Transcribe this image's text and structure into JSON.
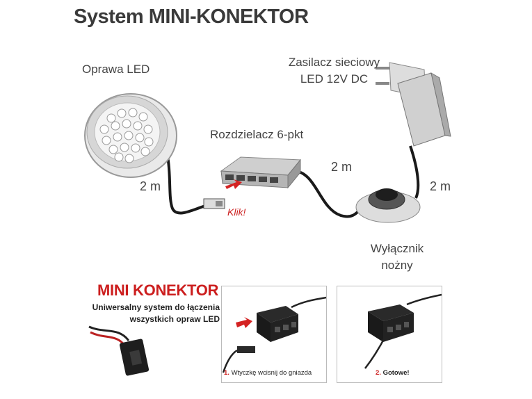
{
  "title": "System MINI-KONEKTOR",
  "labels": {
    "led": "Oprawa LED",
    "psu_line1": "Zasilacz sieciowy",
    "psu_line2": "LED 12V DC",
    "splitter": "Rozdzielacz 6-pkt",
    "switch_line1": "Wyłącznik",
    "switch_line2": "nożny",
    "cable_len_1": "2 m",
    "cable_len_2": "2 m",
    "cable_len_3": "2 m",
    "klik": "Klik!"
  },
  "mini_konektor": {
    "title": "MINI KONEKTOR",
    "subtitle_line1": "Uniwersalny system do łączenia",
    "subtitle_line2": "wszystkich opraw LED"
  },
  "steps": [
    {
      "num": "1.",
      "text": "Wtyczkę wcisnij do gniazda"
    },
    {
      "num": "2.",
      "text": "Gotowe!"
    }
  ],
  "colors": {
    "accent": "#cc1e1e",
    "text": "#3a3a3a"
  }
}
